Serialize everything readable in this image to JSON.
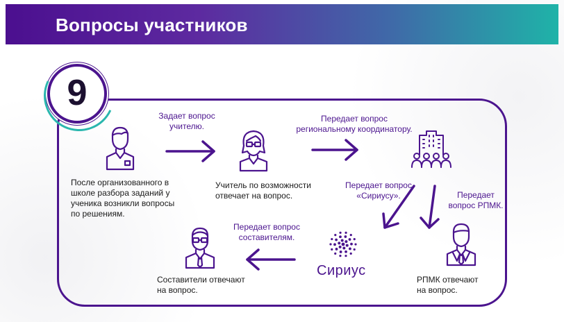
{
  "header": {
    "title": "Вопросы участников"
  },
  "badge": {
    "number": "9"
  },
  "steps": [
    {
      "lines": [
        "После организованного в",
        "школе разбора заданий у",
        "ученика возникли вопросы",
        "по решениям."
      ]
    },
    {
      "lines": [
        "Учитель по возможности",
        "отвечает на вопрос."
      ]
    },
    {
      "lines": [
        "РПМК отвечают",
        "на вопрос."
      ]
    },
    {
      "lines": [
        "Составители отвечают",
        "на вопрос."
      ]
    }
  ],
  "arrow_labels": [
    {
      "lines": [
        "Задает вопрос",
        "учителю."
      ]
    },
    {
      "lines": [
        "Передает вопрос",
        "региональному координатору."
      ]
    },
    {
      "lines": [
        "Передает вопрос",
        "«Сириусу»."
      ]
    },
    {
      "lines": [
        "Передает",
        "вопрос РПМК."
      ]
    },
    {
      "lines": [
        "Передает вопрос",
        "составителям."
      ]
    }
  ],
  "sirius_logo": {
    "text": "Сириус"
  },
  "icons": {
    "student": "person-icon",
    "teacher": "teacher-glasses-icon",
    "coordinator": "building-people-icon",
    "rpmk": "businessman-icon",
    "authors": "man-glasses-icon",
    "sirius": "sirius-dots-logo"
  },
  "colors": {
    "accent": "#4b148e",
    "teal": "#2ab7ae",
    "text": "#1a1a1a"
  }
}
